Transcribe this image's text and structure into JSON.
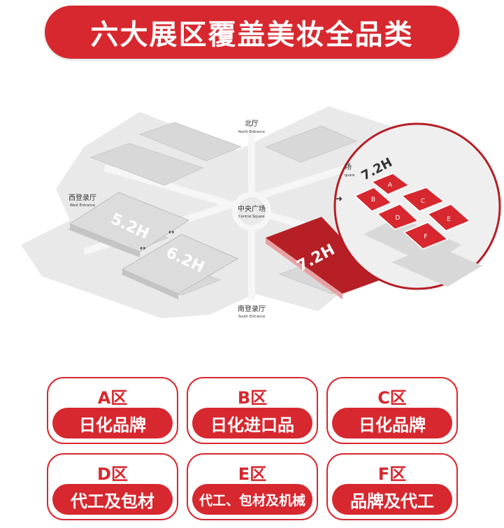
{
  "banner": {
    "title": "六大展区覆盖美妆全品类"
  },
  "colors": {
    "accent": "#d7282f",
    "hall_gray": "#d8d8d8",
    "ground_gray": "#e9e9e9"
  },
  "map": {
    "north": {
      "cn": "北厅",
      "en": "North Entrance"
    },
    "west": {
      "cn": "西登录厅",
      "en": "West Entrance"
    },
    "south": {
      "cn": "南登录厅",
      "en": "South Entrance"
    },
    "central": {
      "cn": "中央广场",
      "en": "Central Square"
    },
    "halls": {
      "h52": "5.2H",
      "h62": "6.2H",
      "h72": "7.2H"
    },
    "zoom": {
      "title": "7.2H",
      "zones": [
        "A",
        "B",
        "C",
        "D",
        "E",
        "F"
      ],
      "partial_cn": "场",
      "partial_en": "quare"
    }
  },
  "zones": [
    {
      "zone": "A区",
      "category": "日化品牌"
    },
    {
      "zone": "B区",
      "category": "日化进口品"
    },
    {
      "zone": "C区",
      "category": "日化品牌"
    },
    {
      "zone": "D区",
      "category": "代工及包材"
    },
    {
      "zone": "E区",
      "category": "代工、包材及机械"
    },
    {
      "zone": "F区",
      "category": "品牌及代工"
    }
  ]
}
